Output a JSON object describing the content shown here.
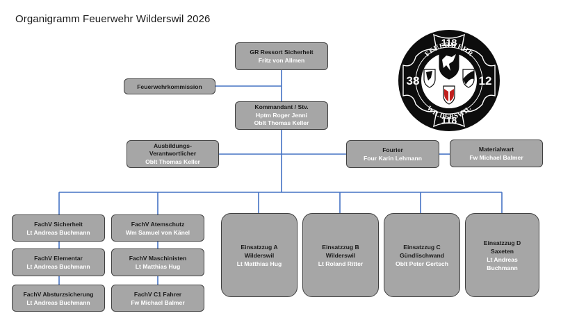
{
  "title": "Organigramm Feuerwehr Wilderswil 2026",
  "colors": {
    "box_fill": "#a6a6a6",
    "box_border": "#404040",
    "connector": "#4472c4",
    "name_text": "#ffffff"
  },
  "logo": {
    "top_number": "118",
    "bottom_number": "118",
    "left_number": "38",
    "right_number": "12",
    "top_text": "FEUERWEHR",
    "bottom_text": "WILDERSWIL"
  },
  "nodes": {
    "gr_ressort": {
      "role": "GR Ressort Sicherheit",
      "names": [
        "Fritz von Allmen"
      ]
    },
    "kommission": {
      "role": "Feuerwehrkommission",
      "names": []
    },
    "kommandant": {
      "role": "Kommandant / Stv.",
      "names": [
        "Hptm Roger Jenni",
        "Oblt Thomas Keller"
      ]
    },
    "ausbildung": {
      "role_lines": [
        "Ausbildungs-",
        "Verantwortlicher"
      ],
      "names": [
        "Oblt Thomas Keller"
      ]
    },
    "fourier": {
      "role": "Fourier",
      "names": [
        "Four Karin Lehmann"
      ]
    },
    "materialwart": {
      "role": "Materialwart",
      "names": [
        "Fw Michael Balmer"
      ]
    },
    "fachv_col1": [
      {
        "role": "FachV Sicherheit",
        "name": "Lt Andreas Buchmann"
      },
      {
        "role": "FachV Elementar",
        "name": "Lt Andreas Buchmann"
      },
      {
        "role": "FachV Absturzsicherung",
        "name": "Lt Andreas Buchmann"
      }
    ],
    "fachv_col2": [
      {
        "role": "FachV Atemschutz",
        "name": "Wm Samuel von Känel"
      },
      {
        "role": "FachV Maschinisten",
        "name": "Lt Matthias Hug"
      },
      {
        "role": "FachV C1 Fahrer",
        "name": "Fw Michael Balmer"
      }
    ],
    "einsatzzuege": [
      {
        "role": "Einsatzzug A",
        "place": "Wilderswil",
        "name_lines": [
          "Lt Matthias Hug"
        ]
      },
      {
        "role": "Einsatzzug B",
        "place": "Wilderswil",
        "name_lines": [
          "Lt Roland Ritter"
        ]
      },
      {
        "role": "Einsatzzug C",
        "place": "Gündlischwand",
        "name_lines": [
          "Oblt Peter Gertsch"
        ]
      },
      {
        "role": "Einsatzzug D",
        "place": "Saxeten",
        "name_lines": [
          "Lt Andreas",
          "Buchmann"
        ]
      }
    ]
  }
}
